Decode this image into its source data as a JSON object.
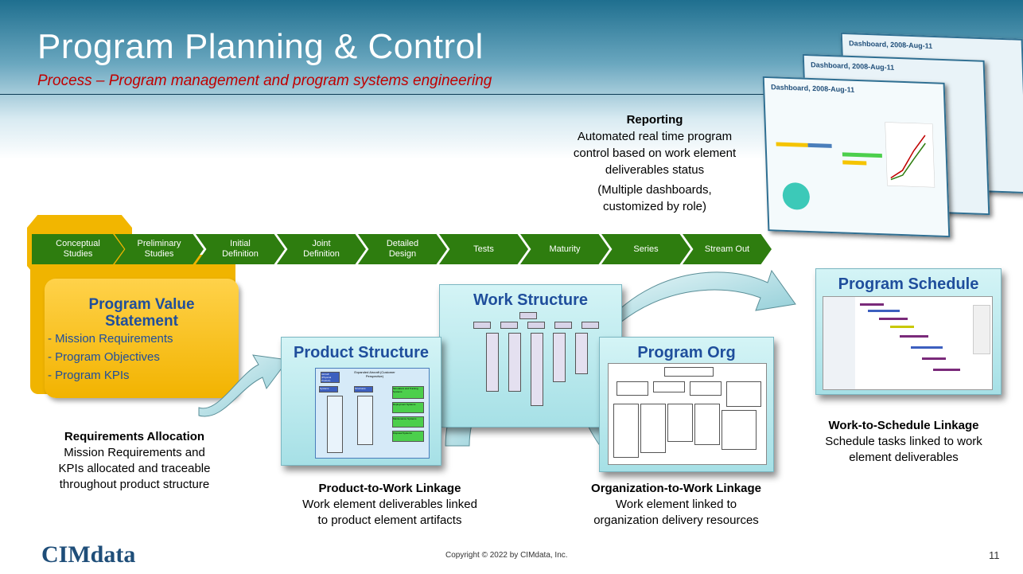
{
  "header": {
    "title": "Program Planning & Control",
    "subtitle": "Process – Program management and program systems engineering"
  },
  "reporting": {
    "heading": "Reporting",
    "line1": "Automated real time program",
    "line2": "control based on work element",
    "line3": "deliverables status",
    "line4": "(Multiple dashboards,",
    "line5": "customized by role)"
  },
  "dashboards": {
    "title_back": "Dashboard, 2008-Aug-11",
    "title_mid": "Dashboard, 2008-Aug-11",
    "title_front": "Dashboard, 2008-Aug-11"
  },
  "phases": [
    {
      "l1": "Conceptual",
      "l2": "Studies"
    },
    {
      "l1": "Preliminary",
      "l2": "Studies"
    },
    {
      "l1": "Initial",
      "l2": "Definition"
    },
    {
      "l1": "Joint",
      "l2": "Definition"
    },
    {
      "l1": "Detailed",
      "l2": "Design"
    },
    {
      "l1": "Tests",
      "l2": ""
    },
    {
      "l1": "Maturity",
      "l2": ""
    },
    {
      "l1": "Series",
      "l2": ""
    },
    {
      "l1": "Stream Out",
      "l2": ""
    }
  ],
  "value_statement": {
    "heading1": "Program Value",
    "heading2": "Statement",
    "items": [
      "- Mission Requirements",
      "- Program Objectives",
      "- Program KPIs"
    ]
  },
  "panels": {
    "product": "Product Structure",
    "work": "Work Structure",
    "org": "Program Org",
    "schedule": "Program Schedule"
  },
  "product_chart": {
    "top_label": "Expanded Aircraft (Customer Perspective)",
    "box_aircraft": "Aircraft (Physical Product)",
    "box_systems": "Systems",
    "box_structures": "Structures",
    "green1": "Simulators and Training Systems",
    "green2": "Deployment Systems",
    "green3": "Maintenance Systems",
    "green4": "Disposal Systems"
  },
  "captions": {
    "req_h": "Requirements Allocation",
    "req_1": "Mission Requirements and",
    "req_2": "KPIs allocated and traceable",
    "req_3": "throughout product structure",
    "ptw_h": "Product-to-Work Linkage",
    "ptw_1": "Work element deliverables linked",
    "ptw_2": "to product element artifacts",
    "otw_h": "Organization-to-Work Linkage",
    "otw_1": "Work element linked to",
    "otw_2": "organization delivery resources",
    "wts_h": "Work-to-Schedule Linkage",
    "wts_1": "Schedule tasks linked to work",
    "wts_2": "element deliverables"
  },
  "footer": {
    "logo": "CIMdata",
    "copyright": "Copyright © 2022 by CIMdata, Inc.",
    "page": "11"
  },
  "colors": {
    "chevron": "#2e7d0f",
    "title_blue": "#1f4e9c",
    "subtitle_red": "#c00000",
    "value_yellow": "#f2b300",
    "panel_teal": "#a6e0e6"
  }
}
